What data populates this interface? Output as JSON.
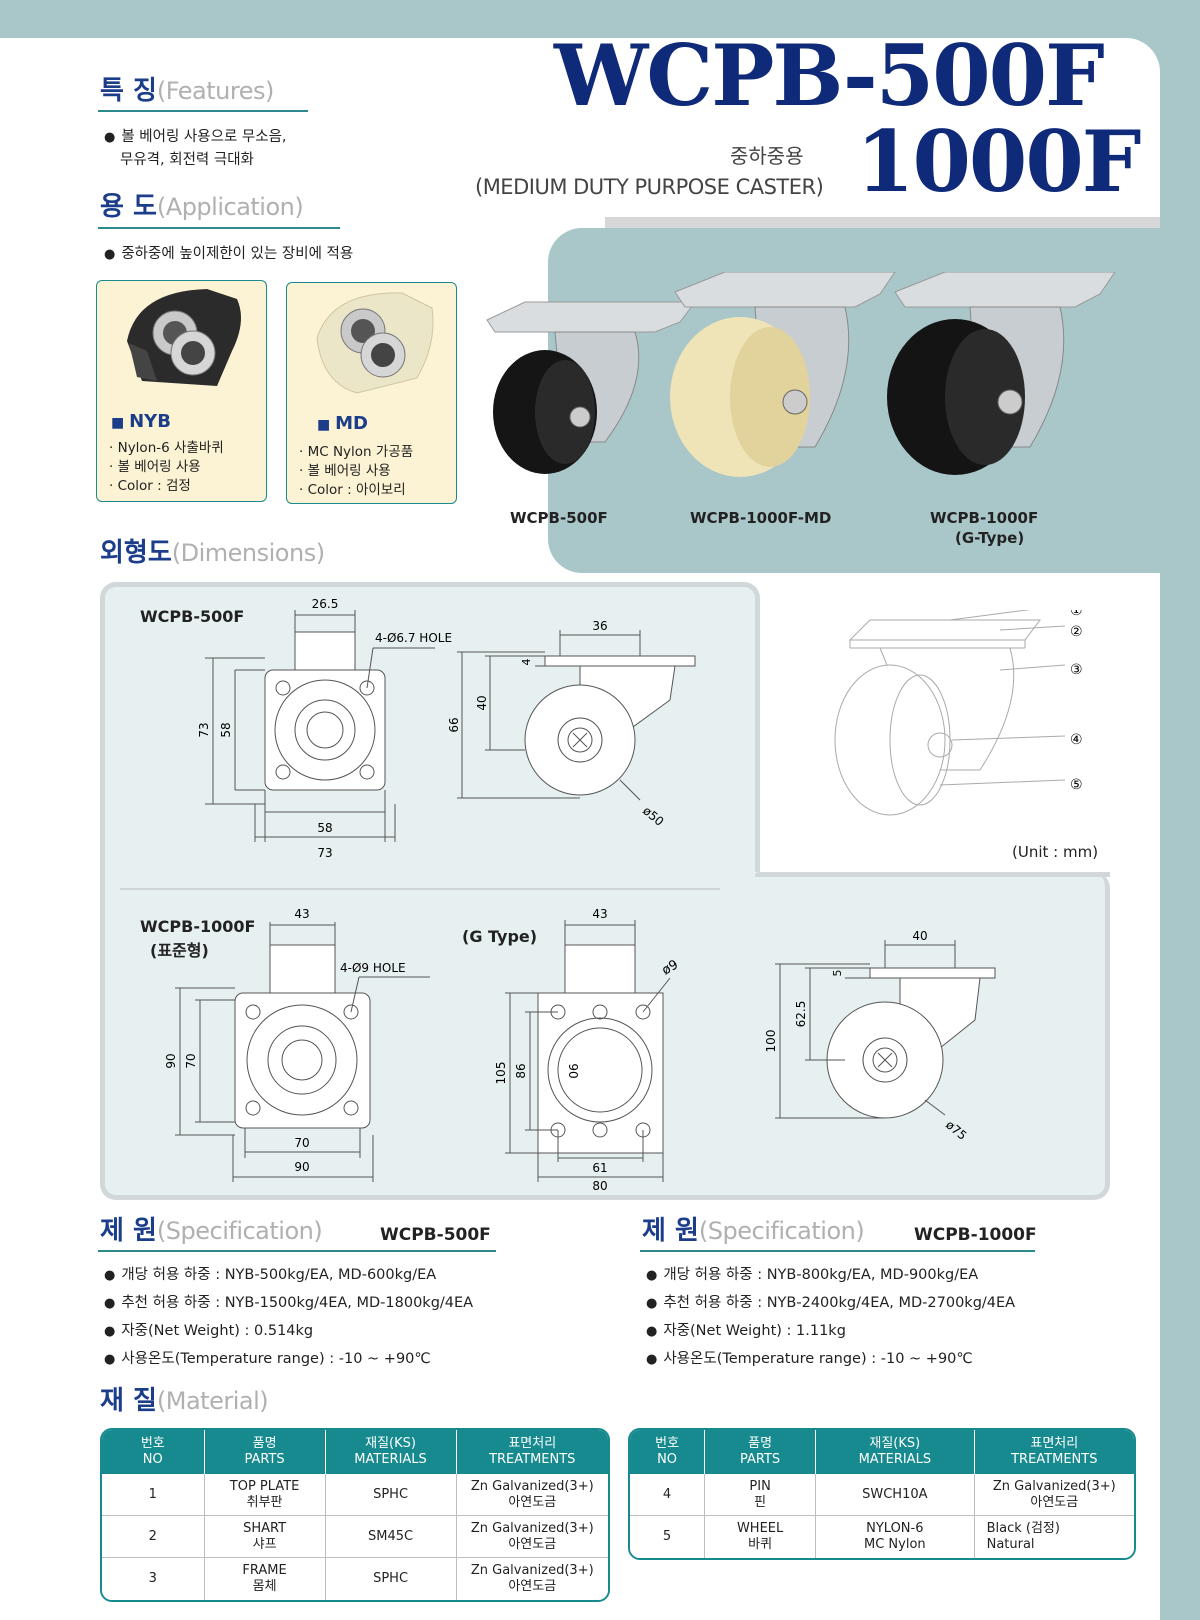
{
  "header": {
    "model_line1": "WCPB-500F",
    "model_line2": "1000F",
    "subtitle_kr": "중하중용",
    "subtitle_en": "(MEDIUM DUTY PURPOSE CASTER)"
  },
  "features": {
    "title_kr": "특 징",
    "title_en": "(Features)",
    "line1": "볼 베어링 사용으로 무소음,",
    "line2": "무유격, 회전력 극대화"
  },
  "application": {
    "title_kr": "용 도",
    "title_en": "(Application)",
    "line1": "중하중에 높이제한이 있는 장비에 적용"
  },
  "wheels": [
    {
      "name": "NYB",
      "items": [
        "Nylon-6 사출바퀴",
        "볼 베어링 사용",
        "Color : 검정"
      ]
    },
    {
      "name": "MD",
      "items": [
        "MC Nylon 가공품",
        "볼 베어링 사용",
        "Color : 아이보리"
      ]
    }
  ],
  "products": [
    {
      "label": "WCPB-500F"
    },
    {
      "label": "WCPB-1000F-MD"
    },
    {
      "label": "WCPB-1000F",
      "label2": "(G-Type)"
    }
  ],
  "dimensions": {
    "title_kr": "외형도",
    "title_en": "(Dimensions)",
    "unit": "(Unit : mm)",
    "d500": {
      "label": "WCPB-500F",
      "top": "26.5",
      "hole": "4-Ø6.7 HOLE",
      "h73": "73",
      "h58": "58",
      "w58": "58",
      "w73": "73",
      "side36": "36",
      "side4": "4",
      "side40": "40",
      "side66": "66",
      "side50": "ø50"
    },
    "d1000": {
      "label": "WCPB-1000F",
      "label2": "(표준형)",
      "top": "43",
      "hole": "4-Ø9 HOLE",
      "h90": "90",
      "h70": "70",
      "w70": "70",
      "w90": "90"
    },
    "gtype": {
      "label": "(G Type)",
      "top": "43",
      "hole": "ø9",
      "h105": "105",
      "h86": "86",
      "h90": "90",
      "w61": "61",
      "w80": "80"
    },
    "side1000": {
      "w40": "40",
      "h5": "5",
      "h625": "62.5",
      "h100": "100",
      "d75": "ø75"
    },
    "parts": [
      "①",
      "②",
      "③",
      "④",
      "⑤"
    ]
  },
  "spec_500": {
    "title_kr": "제 원",
    "title_en": "(Specification)",
    "model": "WCPB-500F",
    "lines": [
      "개당 허용 하중 : NYB-500kg/EA, MD-600kg/EA",
      "추천 허용 하중 : NYB-1500kg/4EA, MD-1800kg/4EA",
      "자중(Net Weight) : 0.514kg",
      "사용온도(Temperature range) : -10 ~ +90℃"
    ]
  },
  "spec_1000": {
    "title_kr": "제 원",
    "title_en": "(Specification)",
    "model": "WCPB-1000F",
    "lines": [
      "개당 허용 하중 : NYB-800kg/EA, MD-900kg/EA",
      "추천 허용 하중 : NYB-2400kg/4EA, MD-2700kg/4EA",
      "자중(Net Weight) : 1.11kg",
      "사용온도(Temperature range) : -10 ~ +90℃"
    ]
  },
  "material": {
    "title_kr": "재 질",
    "title_en": "(Material)",
    "headers": [
      [
        "번호",
        "NO"
      ],
      [
        "품명",
        "PARTS"
      ],
      [
        "재질(KS)",
        "MATERIALS"
      ],
      [
        "표면처리",
        "TREATMENTS"
      ]
    ],
    "left_rows": [
      {
        "no": "1",
        "part": [
          "TOP PLATE",
          "취부판"
        ],
        "mat": [
          "SPHC",
          ""
        ],
        "treat": [
          "Zn Galvanized(3+)",
          "아연도금"
        ]
      },
      {
        "no": "2",
        "part": [
          "SHART",
          "샤프"
        ],
        "mat": [
          "SM45C",
          ""
        ],
        "treat": [
          "Zn Galvanized(3+)",
          "아연도금"
        ]
      },
      {
        "no": "3",
        "part": [
          "FRAME",
          "몸체"
        ],
        "mat": [
          "SPHC",
          ""
        ],
        "treat": [
          "Zn Galvanized(3+)",
          "아연도금"
        ]
      }
    ],
    "right_rows": [
      {
        "no": "4",
        "part": [
          "PIN",
          "핀"
        ],
        "mat": [
          "SWCH10A",
          ""
        ],
        "treat": [
          "Zn Galvanized(3+)",
          "아연도금"
        ]
      },
      {
        "no": "5",
        "part": [
          "WHEEL",
          "바퀴"
        ],
        "mat": [
          "NYLON-6",
          "MC Nylon"
        ],
        "treat": [
          "Black (검정)",
          "Natural"
        ]
      }
    ]
  }
}
